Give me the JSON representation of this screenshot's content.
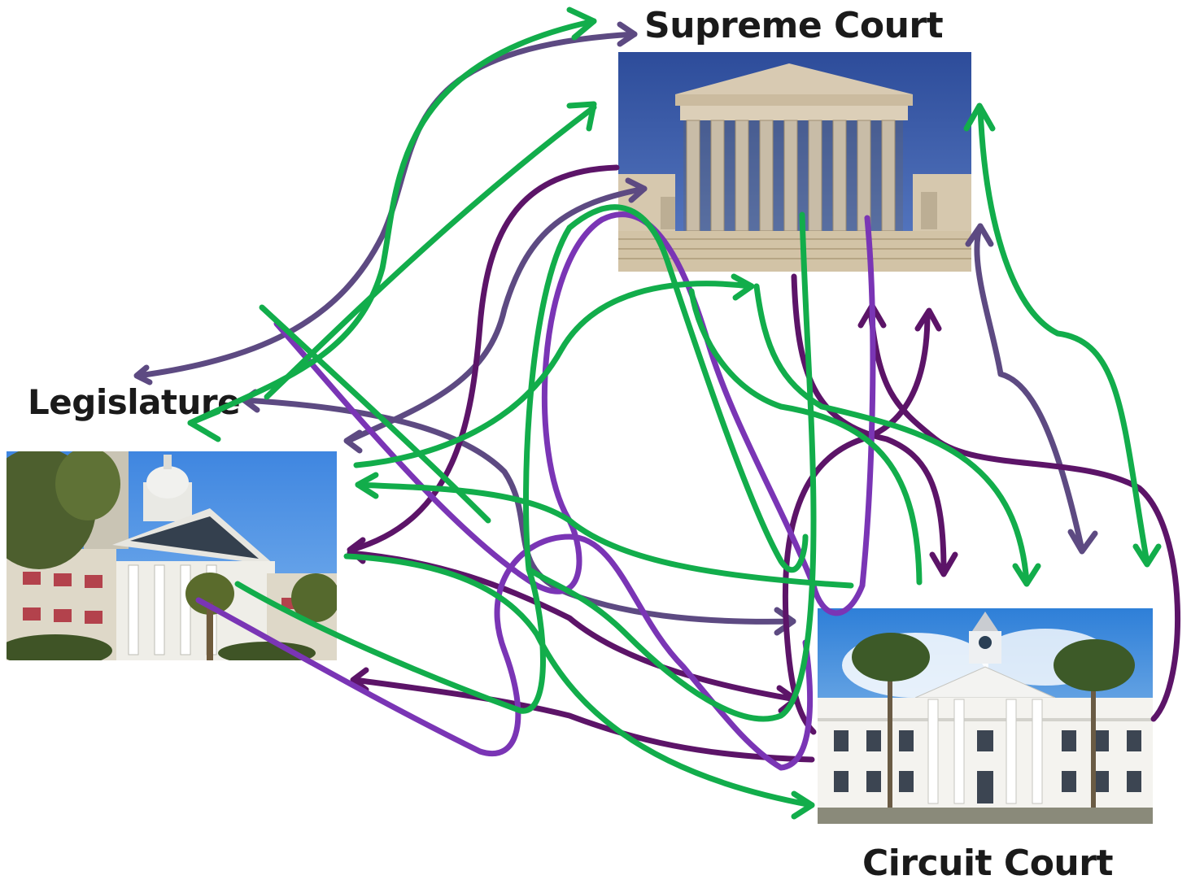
{
  "nodes": {
    "supreme_court": {
      "label": "Supreme Court"
    },
    "legislature": {
      "label": "Legislature"
    },
    "circuit_court": {
      "label": "Circuit Court"
    }
  },
  "colors": {
    "green": "#12ad4b",
    "dark_purple": "#5c1468",
    "violet": "#7a35b5",
    "slate_purple": "#5d4a82"
  }
}
